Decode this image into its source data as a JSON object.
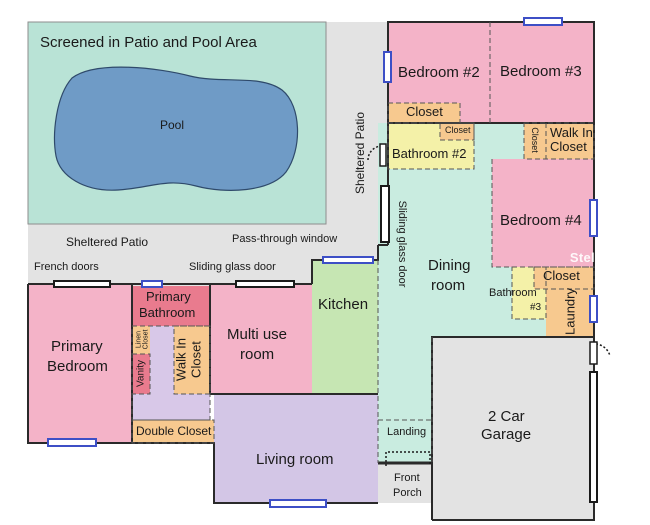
{
  "outdoor": {
    "screened_area": "Screened in Patio and Pool Area",
    "pool": "Pool",
    "sheltered_patio_top": "Sheltered Patio",
    "sheltered_patio_left": "Sheltered Patio"
  },
  "rooms": {
    "bedroom2": "Bedroom #2",
    "bedroom3": "Bedroom #3",
    "bedroom4": "Bedroom #4",
    "closet_b2": "Closet",
    "closet_small": "Closet",
    "closet_b3": "Closet",
    "walkin_b3_1": "Walk In",
    "walkin_b3_2": "Closet",
    "bathroom2": "Bathroom #2",
    "dining_1": "Dining",
    "dining_2": "room",
    "closet_b4": "Closet",
    "bathroom3_1": "Bathroom",
    "bathroom3_2": "#3",
    "laundry": "Laundry",
    "primary_bedroom_1": "Primary",
    "primary_bedroom_2": "Bedroom",
    "primary_bath_1": "Primary",
    "primary_bath_2": "Bathroom",
    "linen_1": "Linen",
    "linen_2": "Closet",
    "vanity": "Vanity",
    "walkin_primary_1": "Walk In",
    "walkin_primary_2": "Closet",
    "multi_use_1": "Multi use",
    "multi_use_2": "room",
    "kitchen": "Kitchen",
    "double_closet": "Double Closet",
    "living_room": "Living room",
    "landing": "Landing",
    "front_porch_1": "Front",
    "front_porch_2": "Porch",
    "garage_1": "2 Car",
    "garage_2": "Garage"
  },
  "annotations": {
    "french_doors": "French doors",
    "sliding_glass_door": "Sliding glass door",
    "pass_through_window": "Pass-through window",
    "sliding_glass_door_vertical": "Sliding glass door"
  },
  "watermark": "Stellar MLS",
  "colors": {
    "pool_area": "#b9e3d6",
    "pool": "#6f9bc6",
    "patio": "#e3e3e3",
    "bedroom": "#f4b3c8",
    "primary_bath": "#e97b8e",
    "closet": "#f7c98f",
    "bathroom": "#f4f1a8",
    "dining": "#c9ece0",
    "kitchen": "#c6e6b3",
    "living": "#d3c6e6",
    "garage": "#e3e3e3",
    "window": "#3d4fc6",
    "wall": "#2a2a2a"
  }
}
